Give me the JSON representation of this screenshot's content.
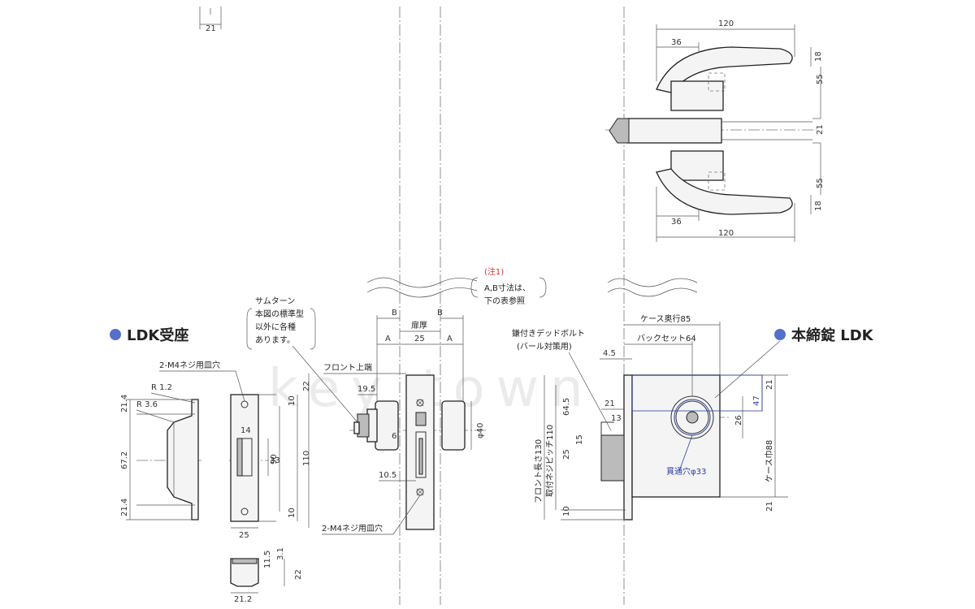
{
  "titles": {
    "receiver": "LDK受座",
    "main": "本締錠 LDK"
  },
  "colors": {
    "bullet": "#5570c8",
    "accent_blue": "#2c3f9e",
    "note_red": "#d33333"
  },
  "watermark": "key town",
  "notes": {
    "note_marker": "(注1)",
    "note_line1": "A,B寸法は、",
    "note_line2": "下の表参照"
  },
  "labels": {
    "thumbturn_1": "サムターン",
    "thumbturn_2": "本図の標準型",
    "thumbturn_3": "以外に各種",
    "thumbturn_4": "あります。",
    "front_top": "フロント上端",
    "screw_hole_left": "2-M4ネジ用皿穴",
    "screw_hole_center": "2-M4ネジ用皿穴",
    "deadbolt_1": "鎌付きデッドボルト",
    "deadbolt_2": "(バール対策用)",
    "case_depth": "ケース奥行85",
    "backset": "バックセット64",
    "front_length": "フロント長さ130",
    "screw_pitch": "取付ネジピッチ110",
    "case_width": "ケース巾88",
    "through_hole": "貫通穴φ33",
    "door_thickness": "扉厚",
    "r12": "R 1.2",
    "r36": "R 3.6",
    "phi40": "φ40"
  },
  "dims": {
    "top_21": "21",
    "d120_top": "120",
    "d36_top": "36",
    "d18_top": "18",
    "d55_top": "55",
    "d21_mid": "21",
    "d55_bot": "55",
    "d18_bot": "18",
    "d36_bot": "36",
    "d120_bot": "120",
    "b_left": "B",
    "b_right": "B",
    "a_left": "A",
    "a_right": "A",
    "d25_door": "25",
    "d19_5": "19.5",
    "d6": "6",
    "d10_5": "10.5",
    "d22": "22",
    "d10_l1": "10",
    "d90": "90",
    "d110": "110",
    "d10_l2": "10",
    "d14": "14",
    "d33": "33",
    "d25_plate": "25",
    "d21_4_top": "21.4",
    "d67_2": "67.2",
    "d21_4_bot": "21.4",
    "d11_5": "11.5",
    "d3_1": "3.1",
    "d22_small": "22",
    "d21_2": "21.2",
    "d4_5": "4.5",
    "d64_5": "64.5",
    "d21_bolt": "21",
    "d13": "13",
    "d15": "15",
    "d25_case": "25",
    "d10_case": "10",
    "d21_r1": "21",
    "d47": "47",
    "d26": "26",
    "d21_r2": "21"
  }
}
